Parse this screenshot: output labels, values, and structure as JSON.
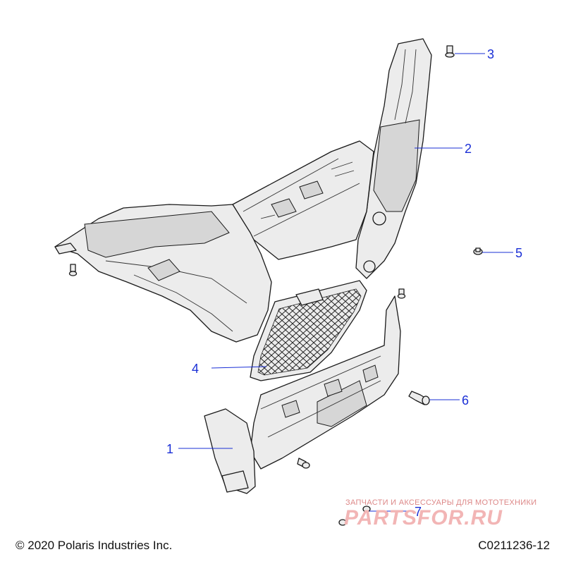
{
  "callouts": [
    {
      "number": "1",
      "part": "lower-front-bumper"
    },
    {
      "number": "2",
      "part": "front-bumper-frame"
    },
    {
      "number": "3",
      "part": "screw-top"
    },
    {
      "number": "4",
      "part": "grille-mesh"
    },
    {
      "number": "5",
      "part": "screw-right"
    },
    {
      "number": "6",
      "part": "flange-screw"
    },
    {
      "number": "7",
      "part": "screw-bottom"
    }
  ],
  "footer": {
    "copyright": "© 2020 Polaris Industries Inc.",
    "drawing_number": "C0211236-12"
  },
  "watermark": {
    "tagline": "ЗАПЧАСТИ И АКСЕССУАРЫ ДЛЯ МОТОТЕХНИКИ",
    "logo": "PARTSFOR.RU"
  },
  "colors": {
    "callout": "#1a2fd6",
    "part_fill": "#ececec",
    "outline": "#1a1a1a",
    "watermark": "#f2b5b5"
  }
}
